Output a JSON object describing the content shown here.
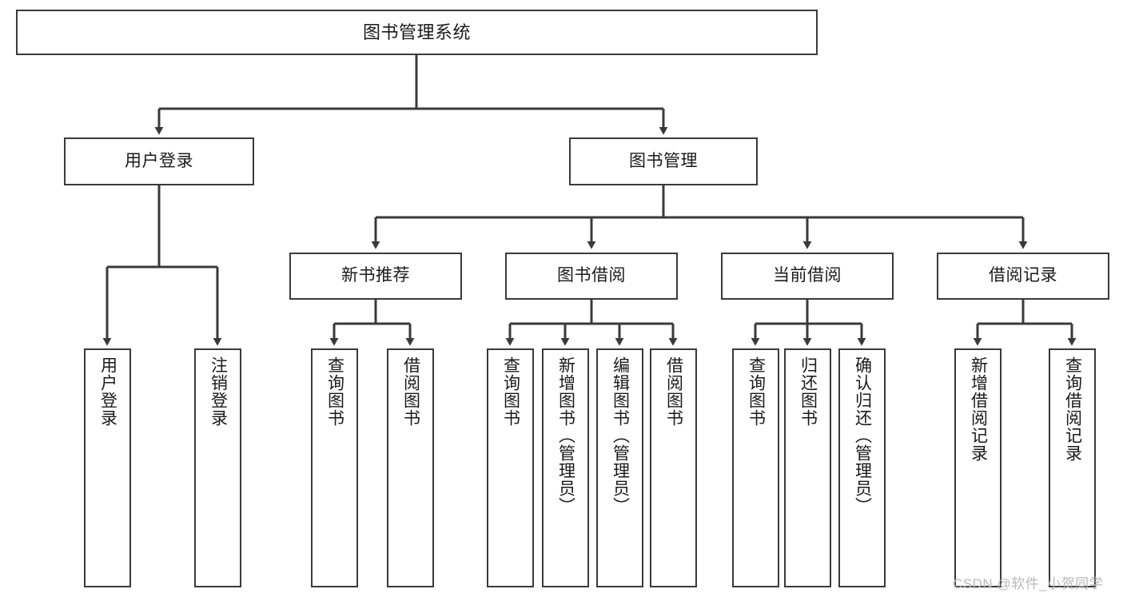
{
  "diagram": {
    "type": "hierarchy-tree",
    "title": "图书管理系统",
    "levels": 4,
    "root": {
      "id": "root",
      "label": "图书管理系统"
    },
    "level1": [
      {
        "id": "user-login",
        "label": "用户登录"
      },
      {
        "id": "book-management",
        "label": "图书管理"
      }
    ],
    "level2": [
      {
        "id": "new-book-recommend",
        "label": "新书推荐",
        "parent": "book-management"
      },
      {
        "id": "book-borrow",
        "label": "图书借阅",
        "parent": "book-management"
      },
      {
        "id": "current-borrow",
        "label": "当前借阅",
        "parent": "book-management"
      },
      {
        "id": "borrow-record",
        "label": "借阅记录",
        "parent": "book-management"
      }
    ],
    "leaves": {
      "user_login": [
        {
          "id": "leaf-user-login",
          "label": "用户登录"
        },
        {
          "id": "leaf-logout-login",
          "label": "注销登录"
        }
      ],
      "new_book_recommend": [
        {
          "id": "leaf-query-book-1",
          "label": "查询图书"
        },
        {
          "id": "leaf-borrow-book-1",
          "label": "借阅图书"
        }
      ],
      "book_borrow": [
        {
          "id": "leaf-query-book-2",
          "label": "查询图书"
        },
        {
          "id": "leaf-add-book",
          "label": "新增图书（管理员）"
        },
        {
          "id": "leaf-edit-book",
          "label": "编辑图书（管理员）"
        },
        {
          "id": "leaf-borrow-book-2",
          "label": "借阅图书"
        }
      ],
      "current_borrow": [
        {
          "id": "leaf-query-book-3",
          "label": "查询图书"
        },
        {
          "id": "leaf-return-book",
          "label": "归还图书"
        },
        {
          "id": "leaf-confirm-return",
          "label": "确认归还（管理员）"
        }
      ],
      "borrow_record": [
        {
          "id": "leaf-add-record",
          "label": "新增借阅记录"
        },
        {
          "id": "leaf-query-record",
          "label": "查询借阅记录"
        }
      ]
    }
  },
  "watermark": {
    "text": "CSDN @软件_小贺同学"
  },
  "colors": {
    "background": "#ffffff",
    "box_border": "#3a3a3a",
    "box_fill": "#ffffff",
    "connector": "#3a3a3a",
    "text": "#1a1a1a",
    "watermark": "#b9b9b9"
  }
}
